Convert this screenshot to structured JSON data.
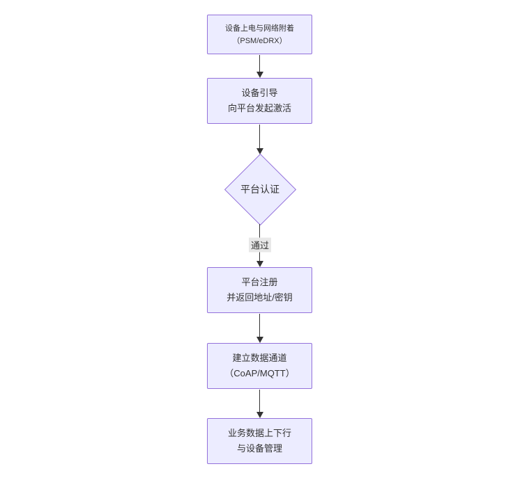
{
  "diagram": {
    "type": "flowchart",
    "direction": "top-down",
    "colors": {
      "node_fill": "#ECECFF",
      "node_border": "#9370DB",
      "text": "#333333",
      "arrow": "#333333",
      "edge_label_bg": "#e8e8e8"
    },
    "nodes": [
      {
        "id": "power_attach",
        "shape": "rect",
        "lines": [
          "设备上电与网络附着",
          "（PSM/eDRX）"
        ]
      },
      {
        "id": "bootstrap",
        "shape": "rect",
        "lines": [
          "设备引导",
          "向平台发起激活"
        ]
      },
      {
        "id": "platform_auth",
        "shape": "diamond",
        "lines": [
          "平台认证"
        ]
      },
      {
        "id": "platform_register",
        "shape": "rect",
        "lines": [
          "平台注册",
          "并返回地址/密钥"
        ]
      },
      {
        "id": "data_channel",
        "shape": "rect",
        "lines": [
          "建立数据通道",
          "（CoAP/MQTT）"
        ]
      },
      {
        "id": "business",
        "shape": "rect",
        "lines": [
          "业务数据上下行",
          "与设备管理"
        ]
      }
    ],
    "edges": [
      {
        "from": "power_attach",
        "to": "bootstrap",
        "label": ""
      },
      {
        "from": "bootstrap",
        "to": "platform_auth",
        "label": ""
      },
      {
        "from": "platform_auth",
        "to": "platform_register",
        "label": "通过"
      },
      {
        "from": "platform_register",
        "to": "data_channel",
        "label": ""
      },
      {
        "from": "data_channel",
        "to": "business",
        "label": ""
      }
    ]
  }
}
